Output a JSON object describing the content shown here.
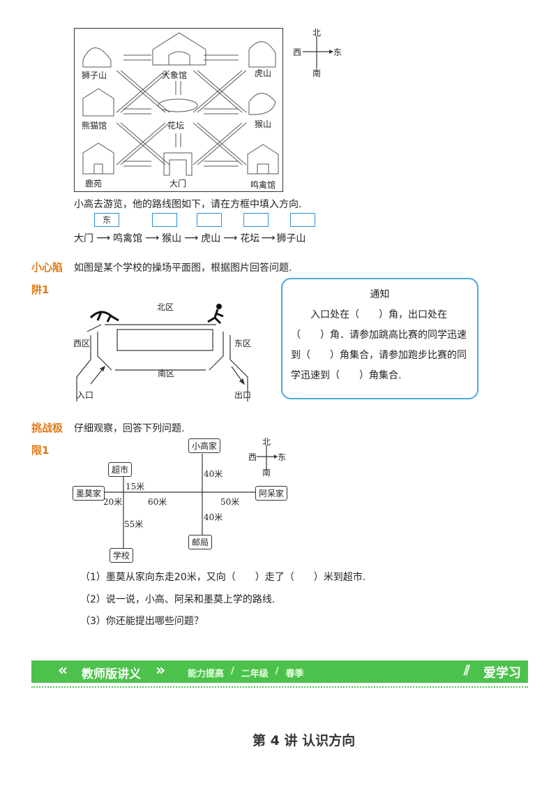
{
  "zoo_map": {
    "places": {
      "lion": "狮子山",
      "elephant": "大象馆",
      "tiger": "虎山",
      "panda": "熊猫馆",
      "flower": "花坛",
      "monkey": "猴山",
      "deer": "鹿苑",
      "gate": "大门",
      "bird": "鸣禽馆"
    },
    "compass": {
      "n": "北",
      "s": "南",
      "w": "西",
      "e": "东"
    }
  },
  "q_route": {
    "text": "小高去游览，他的路线图如下，请在方框中填入方向.",
    "first_answer": "东",
    "route": [
      "大门",
      "鸣禽馆",
      "猴山",
      "虎山",
      "花坛",
      "狮子山"
    ]
  },
  "trap": {
    "label_line1": "小心陷",
    "label_line2": "阱1",
    "text": "如图是某个学校的操场平面图，根据图片回答问题.",
    "areas": {
      "north": "北区",
      "west": "西区",
      "east": "东区",
      "south": "南区",
      "entry": "入口",
      "exit": "出口"
    },
    "notice": {
      "title": "通知",
      "body": "入口处在（　　）角，出口处在（　　）角．请参加跳高比赛的同学迅速到（　　）角集合，请参加跑步比赛的同学迅速到（　　）角集合."
    }
  },
  "challenge": {
    "label_line1": "挑战极",
    "label_line2": "限1",
    "text": "仔细观察，回答下列问题.",
    "nodes": {
      "home_xg": "小高家",
      "market": "超市",
      "home_mm": "墨莫家",
      "home_ad": "阿呆家",
      "post": "邮局",
      "school": "学校"
    },
    "distances": {
      "d40a": "40米",
      "d15": "15米",
      "d20": "20米",
      "d60": "60米",
      "d50": "50米",
      "d40b": "40米",
      "d55": "55米"
    },
    "compass": {
      "n": "北",
      "s": "南",
      "w": "西",
      "e": "东"
    },
    "questions": [
      "（1）墨莫从家向东走20米，又向（　　）走了（　　）米到超市.",
      "（2）说一说，小高、阿呆和墨莫上学的路线.",
      "（3）你还能提出哪些问题？"
    ]
  },
  "footer": {
    "brand_left": "教师版讲义",
    "crumbs": [
      "能力提高",
      "二年级",
      "春季"
    ],
    "brand_right": "爱学习"
  },
  "next_title": "第 4 讲  认识方向",
  "colors": {
    "green": "#4cc24c",
    "orange": "#e07a1a",
    "blue": "#2a8fd6"
  }
}
